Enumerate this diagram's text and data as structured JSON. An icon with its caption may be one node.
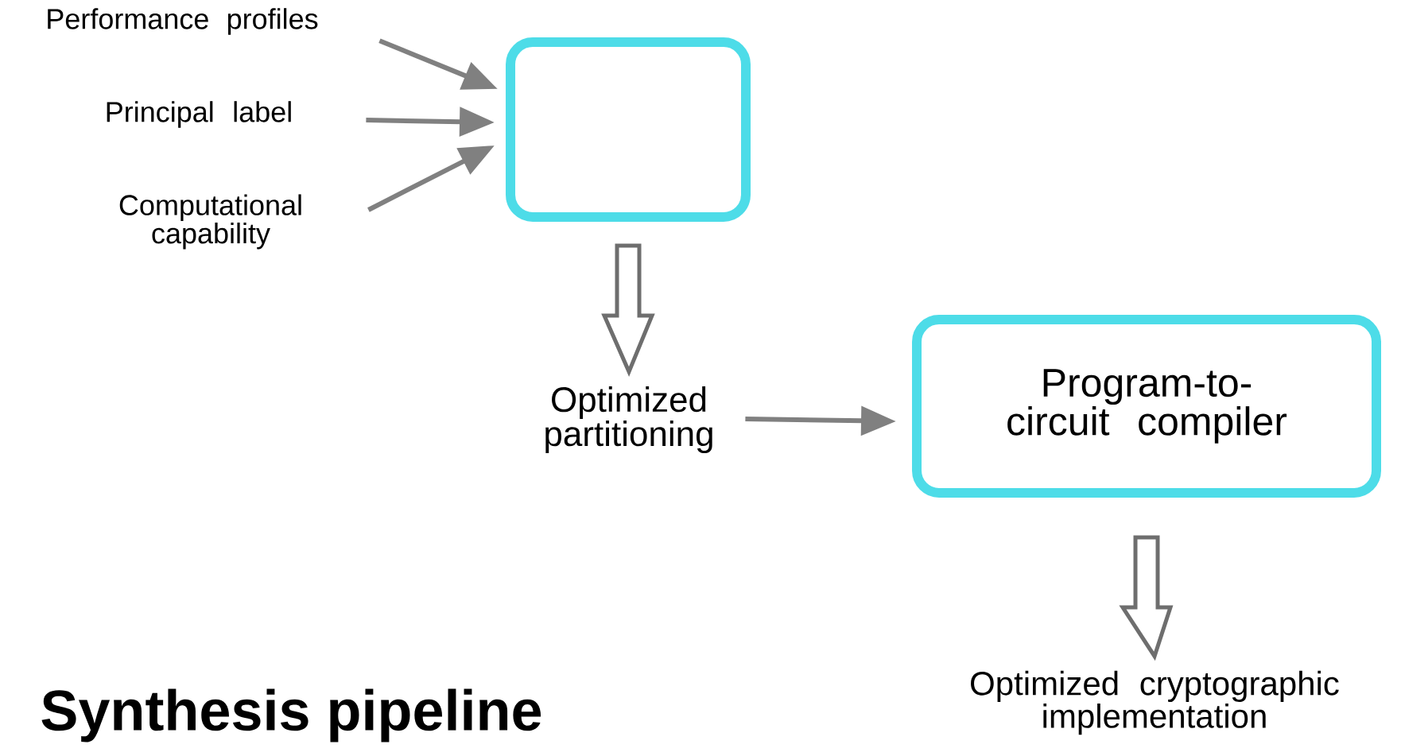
{
  "diagram": {
    "title": "Synthesis pipeline",
    "nodes": [
      {
        "text": [
          "Performance profiles"
        ]
      },
      {
        "text": [
          "Principal label"
        ]
      },
      {
        "text": [
          "Computational capability"
        ]
      },
      {
        "text": [],
        "shape": "box"
      },
      {
        "text": [
          "Optimized partitioning"
        ]
      },
      {
        "text": [
          "Program-to-circuit compiler"
        ]
      },
      {
        "text": [
          "Optimized cryptographic implementation"
        ]
      }
    ],
    "edges": [
      {
        "from": 0,
        "to": 3,
        "arrow": "to"
      },
      {
        "from": 1,
        "to": 3,
        "arrow": "to"
      },
      {
        "from": 2,
        "to": 3,
        "arrow": "to"
      },
      {
        "from": 3,
        "to": 4,
        "arrow": "to"
      },
      {
        "from": 4,
        "to": 5,
        "arrow": "to"
      },
      {
        "from": 5,
        "to": 6,
        "arrow": "to"
      }
    ]
  }
}
